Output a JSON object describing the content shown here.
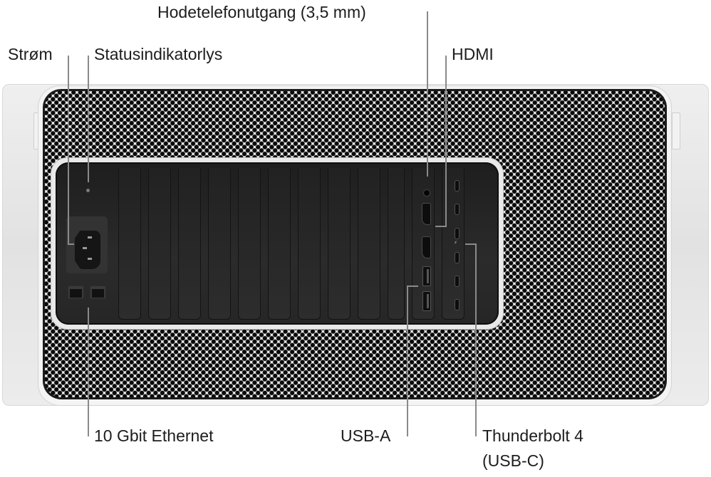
{
  "diagram": {
    "subject": "Mac Pro rear panel (rack)",
    "labels": {
      "power": "Strøm",
      "status_light": "Statusindikatorlys",
      "headphone": "Hodetelefonutgang (3,5 mm)",
      "hdmi": "HDMI",
      "ethernet": "10 Gbit Ethernet",
      "usb_a": "USB-A",
      "thunderbolt_line1": "Thunderbolt 4",
      "thunderbolt_line2": "(USB-C)"
    },
    "ports": {
      "ethernet_count": 2,
      "hdmi_count": 2,
      "usb_a_count": 2,
      "thunderbolt_count": 6,
      "pcie_slot_covers": 10
    },
    "colors": {
      "label_text": "#1d1d1f",
      "leader_line": "#8a8a8a",
      "panel": "#262626",
      "casing": "#e6e6e6"
    },
    "icons": {
      "thunderbolt": "⚡"
    }
  }
}
